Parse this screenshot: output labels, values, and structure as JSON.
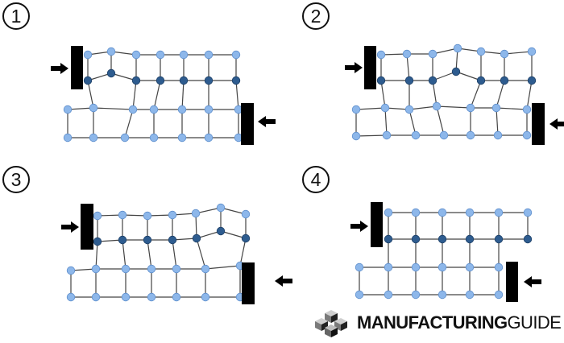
{
  "panels": [
    {
      "label": "1"
    },
    {
      "label": "2"
    },
    {
      "label": "3"
    },
    {
      "label": "4"
    }
  ],
  "logo": {
    "bold": "MANUFACTURING",
    "light": "GUIDE"
  },
  "colors": {
    "atom_light": "#8db7ea",
    "atom_light_stroke": "#5f8fcc",
    "atom_dark": "#2e5c8f",
    "atom_dark_stroke": "#1d3f66",
    "bond": "#444444",
    "block": "#000000",
    "arrow": "#000000"
  },
  "icons": {
    "logo_mark": "isometric-cubes-icon"
  }
}
